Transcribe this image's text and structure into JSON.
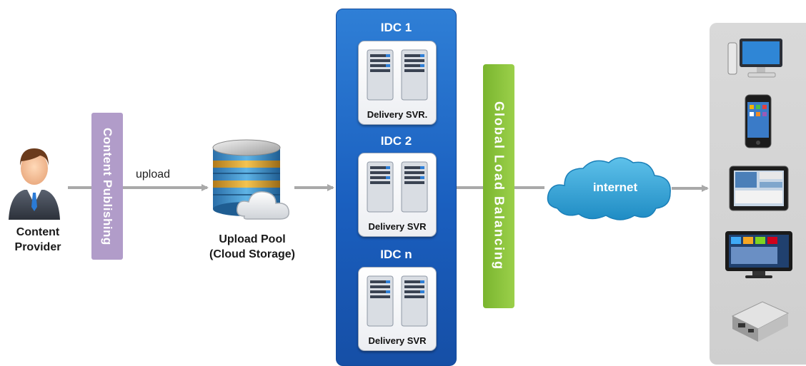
{
  "provider": {
    "label_line1": "Content",
    "label_line2": "Provider"
  },
  "publishing": {
    "label": "Content Publishing"
  },
  "upload_arrow": {
    "label": "upload"
  },
  "upload_pool": {
    "label_line1": "Upload Pool",
    "label_line2": "(Cloud Storage)"
  },
  "idcs": [
    {
      "title": "IDC 1",
      "server_label": "Delivery SVR."
    },
    {
      "title": "IDC 2",
      "server_label": "Delivery SVR"
    },
    {
      "title": "IDC n",
      "server_label": "Delivery SVR"
    }
  ],
  "load_balancing": {
    "label": "Global Load Balancing"
  },
  "internet": {
    "label": "internet"
  },
  "devices": [
    "desktop-computer-icon",
    "smartphone-icon",
    "tablet-icon",
    "smart-tv-icon",
    "set-top-box-icon"
  ],
  "colors": {
    "publishing_bar": "#b19cc9",
    "idc_panel": "#1f66c4",
    "load_balancing_bar": "#8dc63f",
    "cloud": "#3aa7d8",
    "arrows": "#a9a9a9",
    "device_panel": "#d4d4d4"
  }
}
